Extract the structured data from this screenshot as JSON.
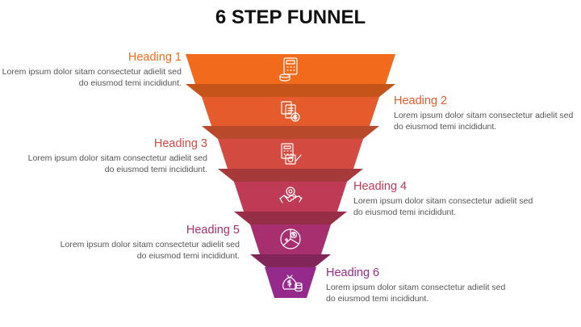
{
  "title": "6 STEP FUNNEL",
  "steps": [
    {
      "heading": "Heading 1",
      "text": "Lorem ipsum dolor sitam consectetur adielit sed do eiusmod temi incididunt.",
      "color": "#F26B1D",
      "shadow": "#C4541A",
      "icon": "calculator-coins-icon"
    },
    {
      "heading": "Heading 2",
      "text": "Lorem ipsum dolor sitam consectetur adielit sed do eiusmod temi incididunt.",
      "color": "#E55B2C",
      "shadow": "#B8492A",
      "icon": "invoice-dollar-icon"
    },
    {
      "heading": "Heading 3",
      "text": "Lorem ipsum dolor sitam consectetur adielit sed do eiusmod temi incididunt.",
      "color": "#D24A40",
      "shadow": "#A63A3A",
      "icon": "calculator-document-icon"
    },
    {
      "heading": "Heading 4",
      "text": "Lorem ipsum dolor sitam consectetur adielit sed do eiusmod temi incididunt.",
      "color": "#BE3A55",
      "shadow": "#962E48",
      "icon": "handshake-gear-icon"
    },
    {
      "heading": "Heading 5",
      "text": "Lorem ipsum dolor sitam consectetur adielit sed do eiusmod temi incididunt.",
      "color": "#A72F70",
      "shadow": "#82255A",
      "icon": "pie-chart-dollar-icon"
    },
    {
      "heading": "Heading 6",
      "text": "Lorem ipsum dolor sitam consectetur adielit sed do eiusmod temi incididunt.",
      "color": "#962A8C",
      "shadow": "#70206A",
      "icon": "money-bag-coins-icon"
    }
  ]
}
